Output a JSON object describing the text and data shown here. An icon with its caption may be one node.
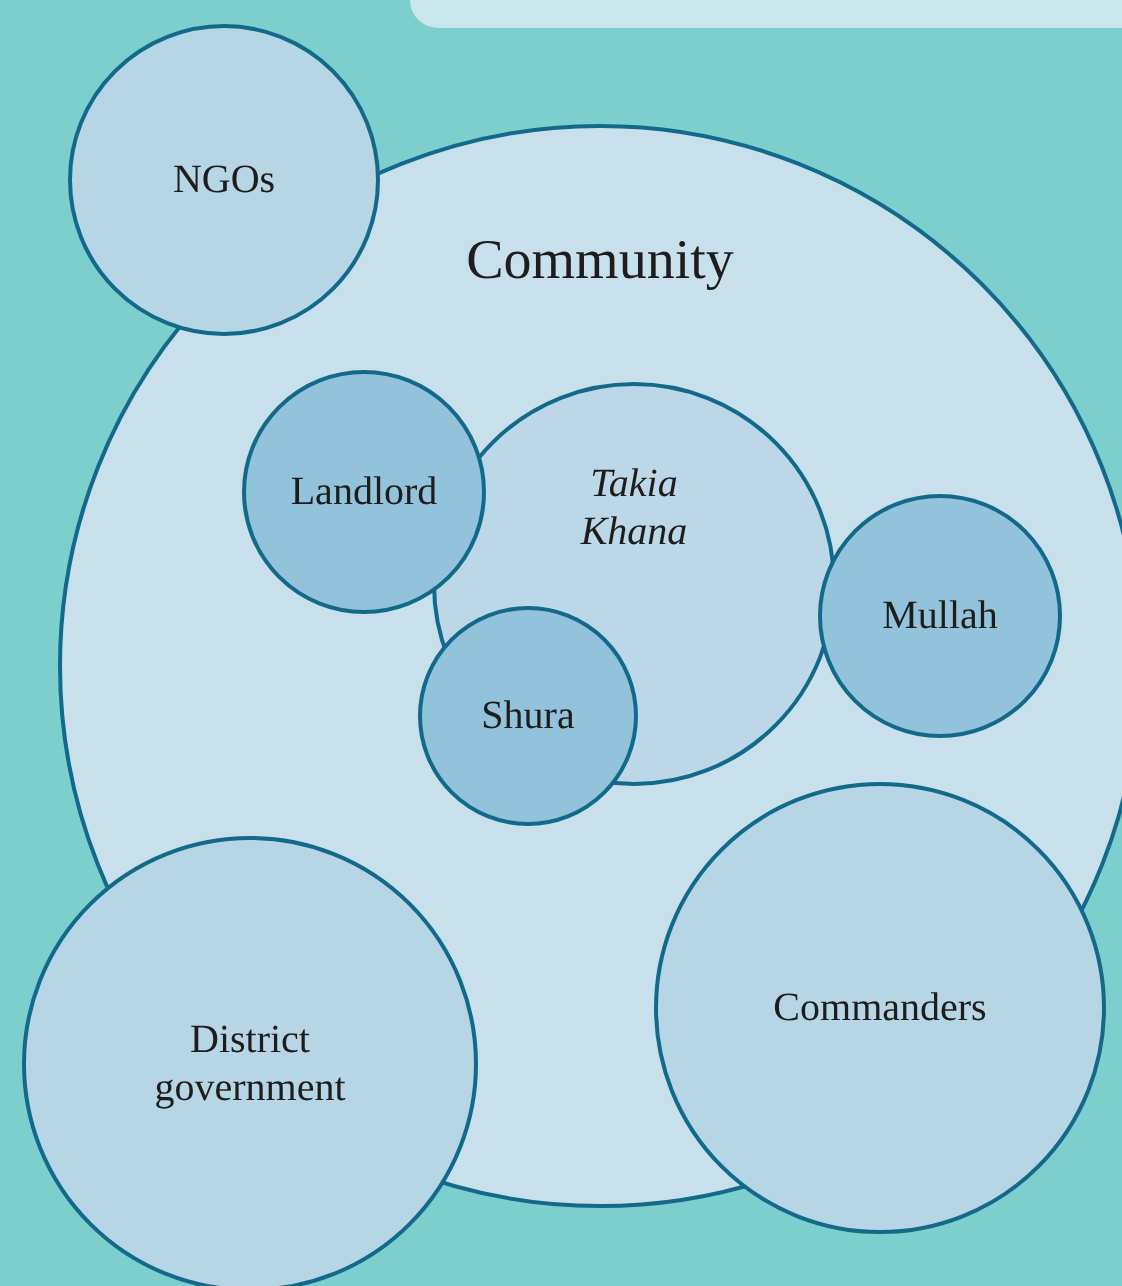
{
  "diagram": {
    "nodes": [
      {
        "text": [
          "NGOs"
        ]
      },
      {
        "text": [
          "Community"
        ]
      },
      {
        "text": [
          "Landlord"
        ],
        "in": 1
      },
      {
        "text": [
          "Takia Khana"
        ],
        "in": 1
      },
      {
        "text": [
          "Shura"
        ],
        "in": 1
      },
      {
        "text": [
          "Mullah"
        ],
        "in": 1
      },
      {
        "text": [
          "District government"
        ]
      },
      {
        "text": [
          "Commanders"
        ]
      }
    ],
    "edges": []
  }
}
